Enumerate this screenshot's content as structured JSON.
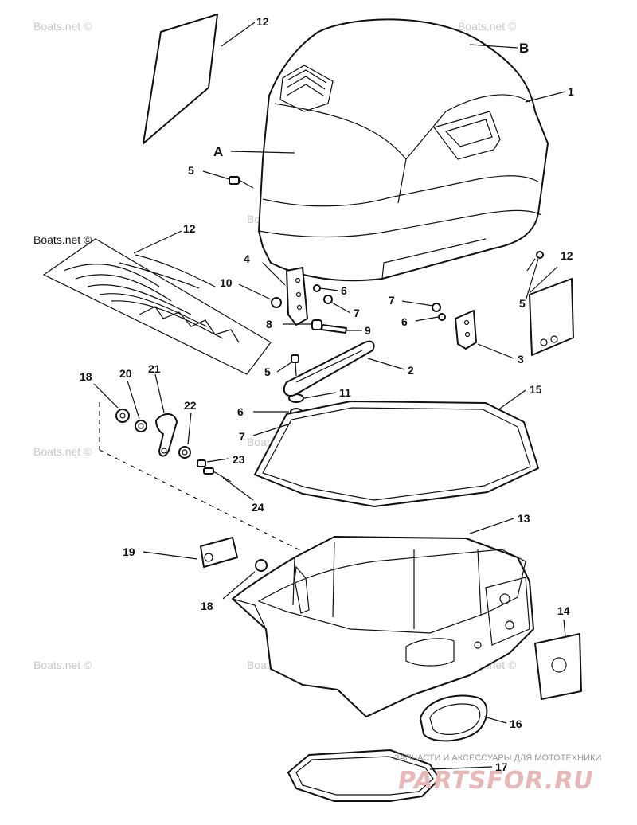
{
  "watermark": "Boats.net ©",
  "callouts": {
    "c1": "1",
    "c2": "2",
    "c3": "3",
    "c4": "4",
    "c5a": "5",
    "c5b": "5",
    "c5c": "5",
    "c6a": "6",
    "c6b": "6",
    "c6c": "6",
    "c7a": "7",
    "c7b": "7",
    "c8": "8",
    "c9": "9",
    "c10": "10",
    "c11": "11",
    "c12a": "12",
    "c12b": "12",
    "c12c": "12",
    "c13": "13",
    "c14": "14",
    "c15": "15",
    "c16": "16",
    "c17": "17",
    "c18a": "18",
    "c18b": "18",
    "c19": "19",
    "c20": "20",
    "c21": "21",
    "c22": "22",
    "c23": "23",
    "c24": "24",
    "cA": "A",
    "cB": "B"
  },
  "brand": {
    "tagline": "ЗАПЧАСТИ И АКСЕССУАРЫ ДЛЯ МОТОТЕХНИКИ",
    "logo": "PARTSFOR.RU"
  }
}
